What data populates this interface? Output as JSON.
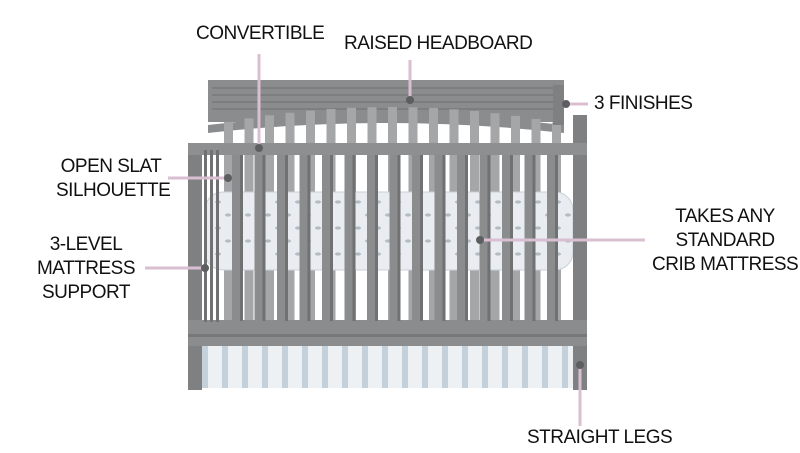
{
  "diagram": {
    "labels": {
      "convertible": "CONVERTIBLE",
      "raised_headboard": "RAISED HEADBOARD",
      "three_finishes": "3 FINISHES",
      "open_slat": [
        "OPEN SLAT",
        "SILHOUETTE"
      ],
      "mattress_support": [
        "3-LEVEL",
        "MATTRESS",
        "SUPPORT"
      ],
      "standard_mattress": [
        "TAKES ANY",
        "STANDARD",
        "CRIB MATTRESS"
      ],
      "straight_legs": "STRAIGHT LEGS"
    },
    "colors": {
      "crib_gray": "#8a8c8e",
      "crib_shadow": "#6f7173",
      "crib_highlight": "#a4a6a8",
      "leader_line": "#d9bfd1",
      "leader_dot": "#5c5e60",
      "mattress": "#e9edf1",
      "skirt_stripe": "#b9c8d3"
    }
  }
}
